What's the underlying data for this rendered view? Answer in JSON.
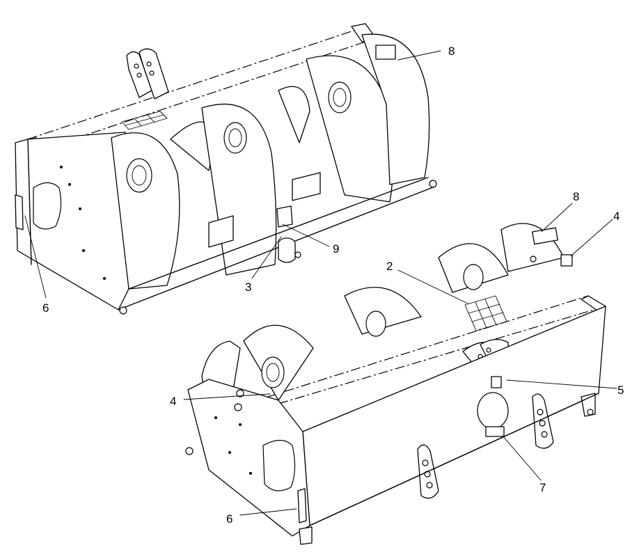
{
  "callouts": [
    {
      "id": "c8a",
      "text": "8"
    },
    {
      "id": "c9",
      "text": "9"
    },
    {
      "id": "c3",
      "text": "3"
    },
    {
      "id": "c6a",
      "text": "6"
    },
    {
      "id": "c8b",
      "text": "8"
    },
    {
      "id": "c4a",
      "text": "4"
    },
    {
      "id": "c2",
      "text": "2"
    },
    {
      "id": "c4b",
      "text": "4"
    },
    {
      "id": "c5",
      "text": "5"
    },
    {
      "id": "c7",
      "text": "7"
    },
    {
      "id": "c6b",
      "text": "6"
    }
  ]
}
